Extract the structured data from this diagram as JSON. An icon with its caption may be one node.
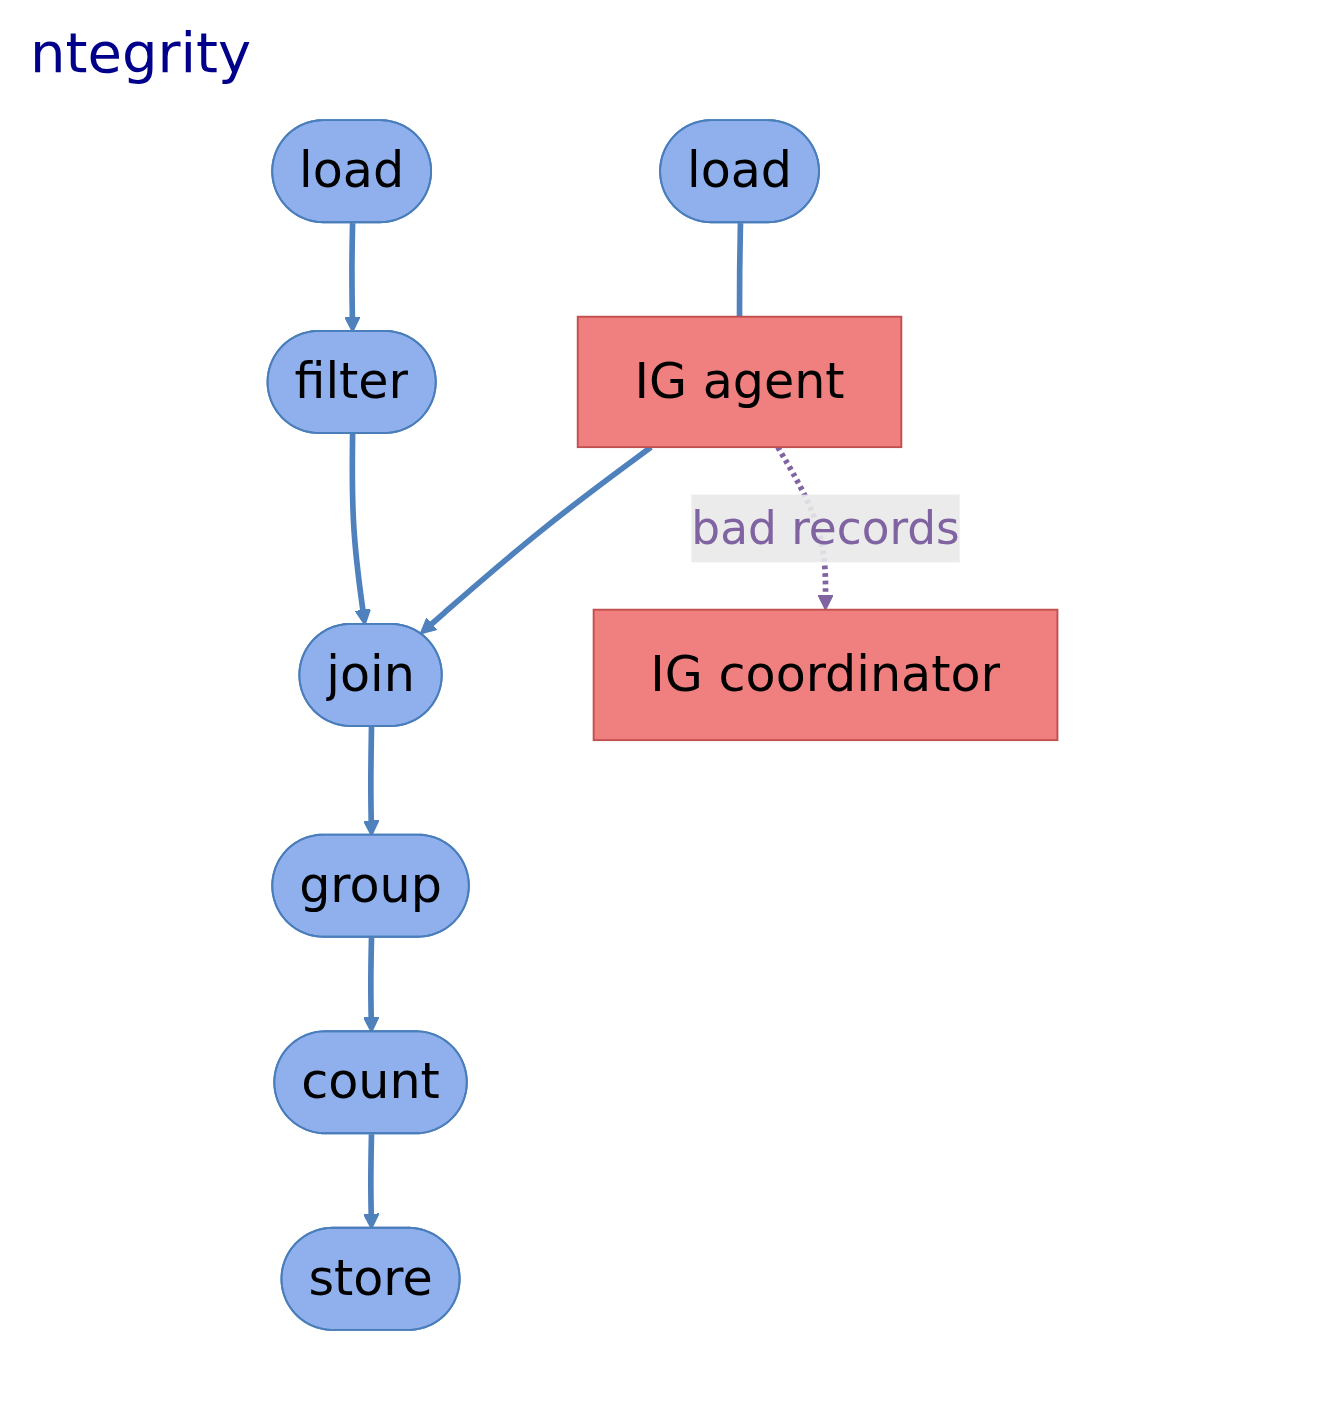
{
  "diagram": {
    "title": "ntegrity",
    "nodes": [
      {
        "text": [
          "load"
        ]
      },
      {
        "text": [
          "load"
        ]
      },
      {
        "text": [
          "IG agent"
        ]
      },
      {
        "text": [
          "filter"
        ]
      },
      {
        "text": [
          "join"
        ]
      },
      {
        "text": [
          "group"
        ]
      },
      {
        "text": [
          "count"
        ]
      },
      {
        "text": [
          "store"
        ]
      },
      {
        "text": [
          "IG coordinator"
        ]
      }
    ],
    "edges": [
      {
        "from": 0,
        "to": 3,
        "arrow": "to"
      },
      {
        "from": 1,
        "to": 2,
        "arrow": "none"
      },
      {
        "from": 2,
        "to": 4,
        "arrow": "to"
      },
      {
        "from": 3,
        "to": 4,
        "arrow": "to"
      },
      {
        "from": 4,
        "to": 5,
        "arrow": "to"
      },
      {
        "from": 5,
        "to": 6,
        "arrow": "to"
      },
      {
        "from": 6,
        "to": 7,
        "arrow": "to"
      },
      {
        "from": 2,
        "to": 8,
        "arrow": "to",
        "label": "bad records",
        "style": "dashed",
        "color": "#8064a2"
      }
    ]
  }
}
